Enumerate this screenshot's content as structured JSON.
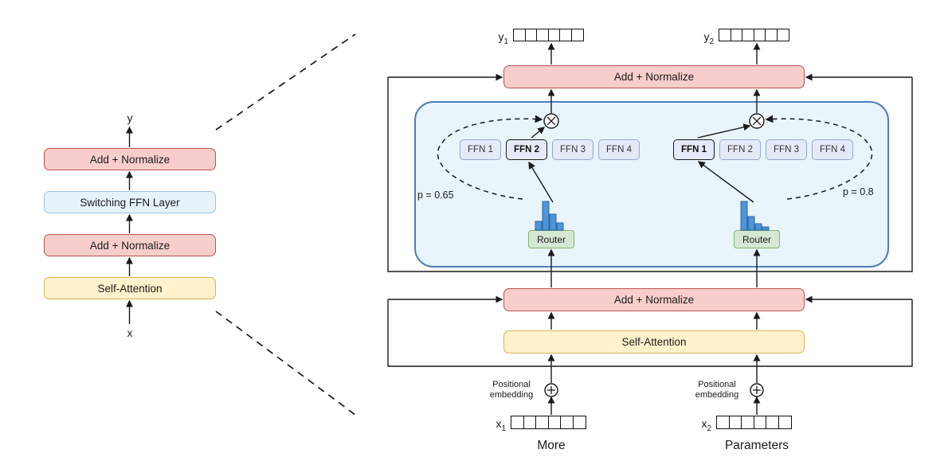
{
  "figure": {
    "left_stack": {
      "output_label": "y",
      "input_label": "x",
      "add_norm_upper": "Add + Normalize",
      "switching_ffn_layer": "Switching FFN Layer",
      "add_norm_lower": "Add + Normalize",
      "self_attention": "Self-Attention"
    },
    "right_panel": {
      "add_norm_top": "Add + Normalize",
      "add_norm_middle": "Add + Normalize",
      "self_attention": "Self-Attention",
      "positional": {
        "line1": "Positional",
        "line2": "embedding"
      },
      "tokens": [
        {
          "output_base": "y",
          "output_sub": "1",
          "input_base": "x",
          "input_sub": "1",
          "word": "More",
          "gate_probability": "p = 0.65",
          "router": "Router",
          "ffns": [
            {
              "label": "FFN 1",
              "selected": false
            },
            {
              "label": "FFN 2",
              "selected": true
            },
            {
              "label": "FFN 3",
              "selected": false
            },
            {
              "label": "FFN 4",
              "selected": false
            }
          ],
          "hist_bars": [
            11,
            36,
            20,
            9
          ]
        },
        {
          "output_base": "y",
          "output_sub": "2",
          "input_base": "x",
          "input_sub": "2",
          "word": "Parameters",
          "gate_probability": "p = 0.8",
          "router": "Router",
          "ffns": [
            {
              "label": "FFN 1",
              "selected": true
            },
            {
              "label": "FFN 2",
              "selected": false
            },
            {
              "label": "FFN 3",
              "selected": false
            },
            {
              "label": "FFN 4",
              "selected": false
            }
          ],
          "hist_bars": [
            36,
            17,
            8,
            4
          ]
        }
      ]
    },
    "vector_cells": 6
  },
  "colors": {
    "add_norm_fill": "#F8CECC",
    "add_norm_stroke": "#B85450",
    "attention_fill": "#FFF2CC",
    "attention_stroke": "#D6B656",
    "switch_fill": "#E7F3FB",
    "switch_stroke": "#9CC3E5",
    "container_fill": "#E9F4FB",
    "container_stroke": "#4C7FBE",
    "ffn_fill": "#E5EAF8",
    "ffn_stroke": "#98A6CE",
    "ffn_selected_stroke": "#1A1A1A",
    "router_fill": "#D5E8D4",
    "router_stroke": "#82B366",
    "hist_fill": "#4E96D9",
    "hist_stroke": "#2B66A3",
    "line": "#1A1A1A"
  }
}
